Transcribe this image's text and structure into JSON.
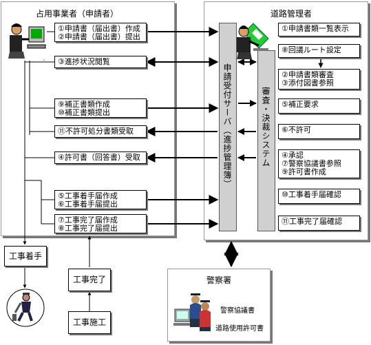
{
  "applicant": {
    "title": "占用事業者（申請者）",
    "steps": [
      [
        "①申請書（届出書）作成",
        "②申請書（届出書）提出"
      ],
      [
        "③進捗状況閲覧"
      ],
      [
        "⑨補正書類作成",
        "⑩補正書類提出"
      ],
      [
        "⑪不許可処分書類受取"
      ],
      [
        "④許可書（回答書）受取"
      ],
      [
        "⑤工事着手届作成",
        "⑥工事着手届提出"
      ],
      [
        "⑦工事完了届作成",
        "⑧工事完了届提出"
      ]
    ]
  },
  "server": {
    "label": "申請受付サーバ（進捗管理簿）"
  },
  "manager": {
    "title": "道路管理者",
    "system_label": "審査・決裁システム",
    "steps": [
      [
        "①申請書類一覧表示"
      ],
      [
        "⑧回議ルート設定"
      ],
      [
        "②申請書類審査",
        "③添付図書参照"
      ],
      [
        "⑤補正要求"
      ],
      [
        "⑥不許可"
      ],
      [
        "④承認",
        "⑦警察協議書参照",
        "⑨許可書作成"
      ],
      [
        "⑩工事着手届確認"
      ],
      [
        "⑪工事完了届確認"
      ]
    ]
  },
  "work": {
    "start": "工事着手",
    "complete": "工事完了",
    "construction": "工事施工"
  },
  "police": {
    "title": "警察署",
    "doc1": "警察協議書",
    "doc2": "道路使用許可書"
  },
  "icons": [
    "computer-operator-icon",
    "reviewer-workstation-icon",
    "construction-worker-icon",
    "police-officers-icon"
  ]
}
